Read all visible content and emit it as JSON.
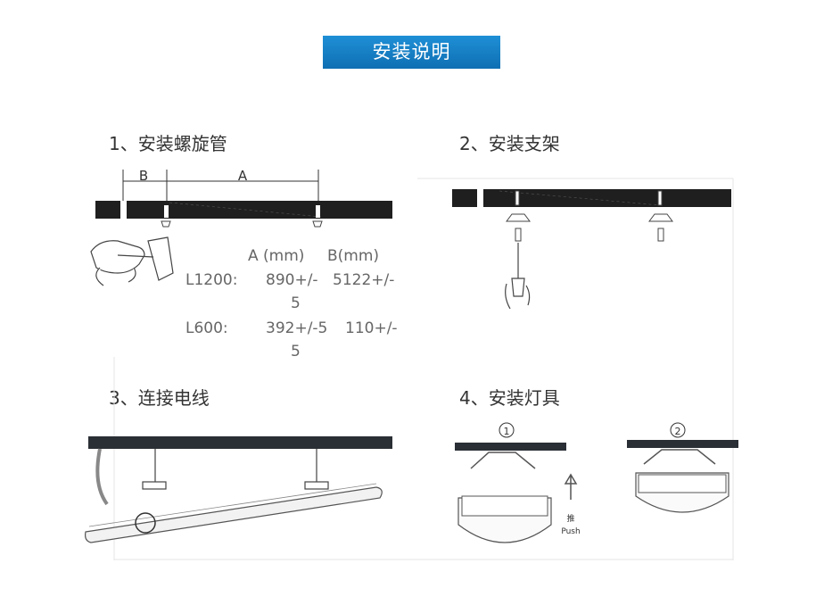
{
  "header": {
    "title": "安装说明"
  },
  "steps": [
    {
      "label": "1、安装螺旋管"
    },
    {
      "label": "2、安装支架"
    },
    {
      "label": "3、连接电线"
    },
    {
      "label": "4、安装灯具"
    }
  ],
  "dimensions": {
    "b_label": "B",
    "a_label": "A"
  },
  "specs": {
    "col_a": "A (mm)",
    "col_b": "B(mm)",
    "rows": [
      {
        "model": "L1200:",
        "a1": "890+/-",
        "a2": "5",
        "b": "5122+/-",
        "b2": ""
      },
      {
        "model": "L600:",
        "a1": "392+/-5",
        "a2": "5",
        "b": "110+/-",
        "b2": ""
      }
    ]
  },
  "markers": {
    "one": "1",
    "two": "2"
  },
  "push": {
    "cn": "推",
    "en": "Push"
  },
  "colors": {
    "banner": "#1a80c6",
    "bar": "#1f1f1f",
    "text": "#333333"
  }
}
